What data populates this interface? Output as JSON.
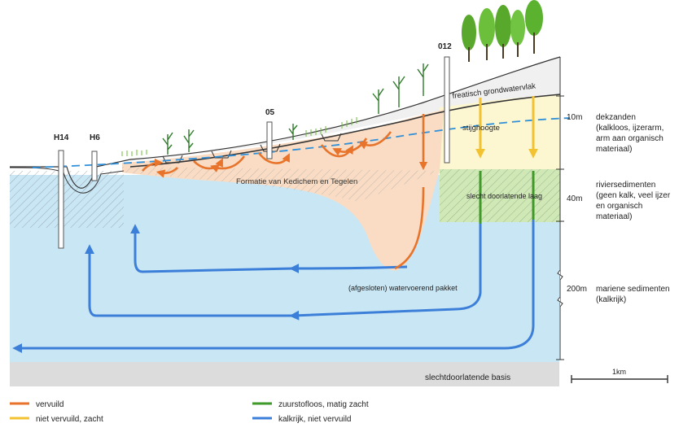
{
  "wells": [
    "H14",
    "H6",
    "05",
    "012"
  ],
  "labels": {
    "freatic": "freatisch grondwatervlak",
    "stijghoogte": "stijghoogte",
    "formatie": "Formatie van Kedichem en Tegelen",
    "slecht_laag": "slecht doorlatende laag",
    "aquifer": "(afgesloten) watervoerend pakket",
    "basis": "slechtdoorlatende basis",
    "scale": "1km"
  },
  "depths": [
    "10m",
    "40m",
    "200m"
  ],
  "layers": [
    {
      "lines": [
        "dekzanden",
        "(kalkloos, ijzerarm,",
        "arm aan organisch",
        "materiaal)"
      ]
    },
    {
      "lines": [
        "riviersedimenten",
        "(geen kalk, veel ijzer",
        "en organisch",
        "materiaal)"
      ]
    },
    {
      "lines": [
        "mariene sedimenten",
        "(kalkrijk)"
      ]
    }
  ],
  "legend": [
    {
      "label": "vervuild",
      "color": "#e8732a"
    },
    {
      "label": "niet vervuild, zacht",
      "color": "#f2c231"
    },
    {
      "label": "zuurstofloos, matig zacht",
      "color": "#3f9a2a"
    },
    {
      "label": "kalkrijk, niet vervuild",
      "color": "#3c7fd9"
    }
  ],
  "colors": {
    "water": "#c9e6f4",
    "sand": "#fcf7d0",
    "peach": "#f9dcc3",
    "green_layer": "#cfe8b6",
    "basis": "#dcdcdc",
    "hill": "#f2f2f2"
  }
}
